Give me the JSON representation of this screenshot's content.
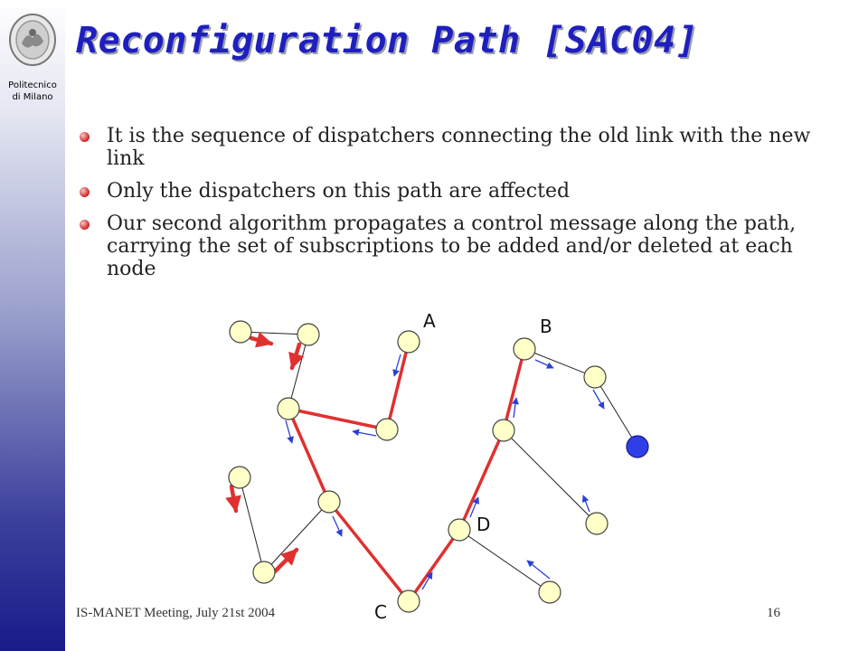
{
  "branding": {
    "logo_line1": "Politecnico",
    "logo_line2": "di Milano"
  },
  "slide": {
    "title": "Reconfiguration Path [SAC04]",
    "bullets": [
      "It is the sequence of dispatchers connecting the old link with the new link",
      "Only the dispatchers on this path are affected",
      "Our second algorithm propagates a control message along the path, carrying the set of subscriptions to be added and/or deleted at each node"
    ]
  },
  "diagram": {
    "labels": {
      "a": "A",
      "b": "B",
      "c": "C",
      "d": "D"
    },
    "colors": {
      "node_fill": "#ffffc8",
      "node_fill_highlight": "#2f3fe8",
      "path_edge": "#e03030",
      "edge": "#222222",
      "arrow_blue": "#2a3fd8",
      "arrow_red": "#e03030"
    }
  },
  "footer": {
    "meeting": "IS-MANET Meeting, July 21st 2004",
    "page_number": "16"
  }
}
